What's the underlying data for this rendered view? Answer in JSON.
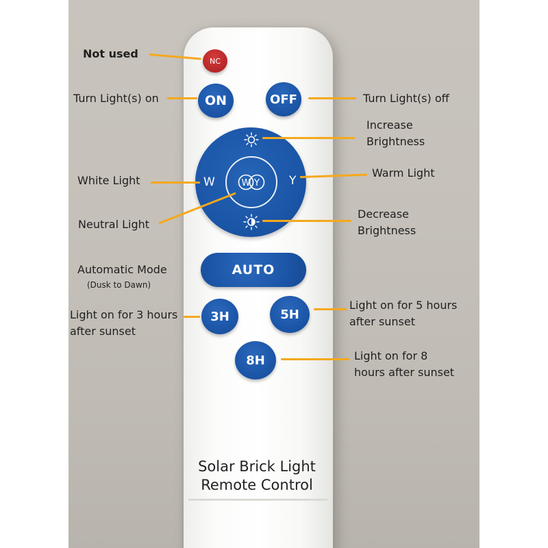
{
  "remote": {
    "caption_line1": "Solar Brick Light",
    "caption_line2": "Remote Control",
    "buttons": {
      "nc": "NC",
      "on": "ON",
      "off": "OFF",
      "white": "W",
      "warm": "Y",
      "neutral_w": "W",
      "neutral_y": "Y",
      "auto": "AUTO",
      "h3": "3H",
      "h5": "5H",
      "h8": "8H"
    },
    "icons": {
      "brightness_up": "sun-icon",
      "brightness_down": "half-sun-icon"
    },
    "colors": {
      "button_blue": "#1c56a8",
      "nc_red": "#b52727",
      "annotation_line": "#f5a81c",
      "remote_body": "#ffffff"
    }
  },
  "annotations": {
    "not_used": "Not used",
    "turn_on": "Turn Light(s) on",
    "turn_off": "Turn Light(s) off",
    "increase_1": "Increase",
    "increase_2": "Brightness",
    "white_light": "White Light",
    "warm_light": "Warm Light",
    "neutral_light": "Neutral Light",
    "decrease_1": "Decrease",
    "decrease_2": "Brightness",
    "auto_1": "Automatic Mode",
    "auto_2": "(Dusk to Dawn)",
    "h3_1": "Light on for 3 hours",
    "h3_2": "after sunset",
    "h5_1": "Light on for 5 hours",
    "h5_2": "after sunset",
    "h8_1": "Light on for 8",
    "h8_2": "hours after sunset"
  }
}
